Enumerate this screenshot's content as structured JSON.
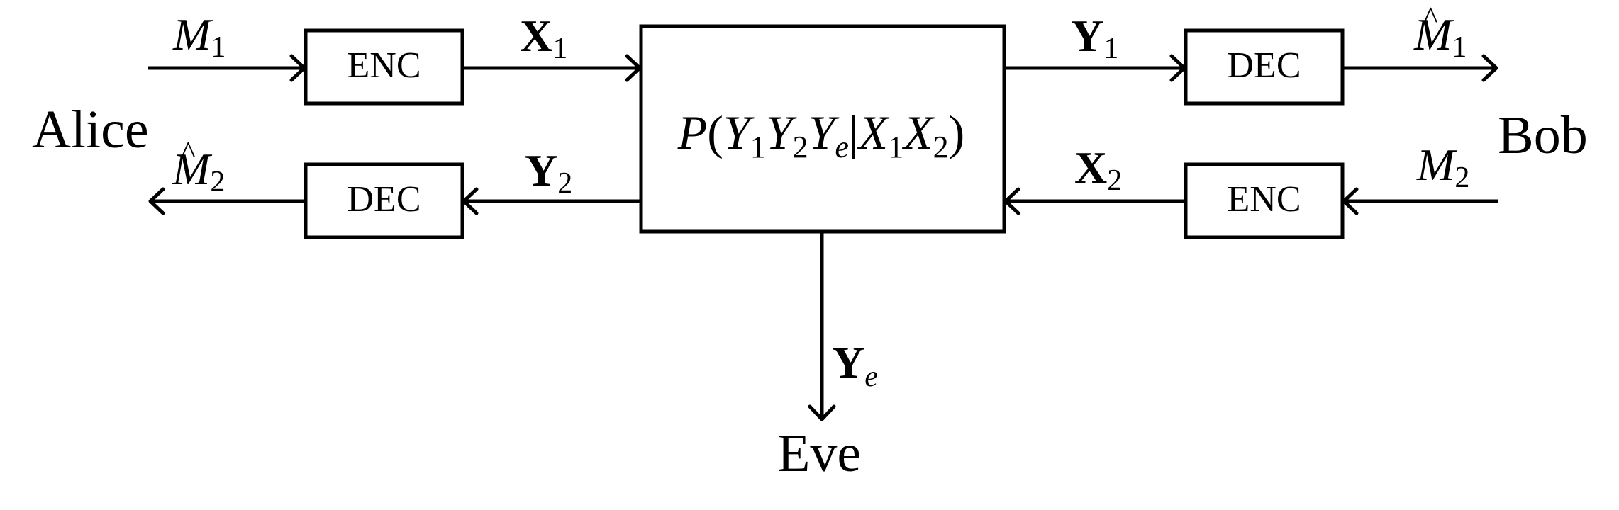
{
  "parties": {
    "alice": "Alice",
    "bob": "Bob",
    "eve": "Eve"
  },
  "blocks": {
    "alice_encoder": "ENC",
    "alice_decoder": "DEC",
    "bob_decoder": "DEC",
    "bob_encoder": "ENC"
  },
  "channel": {
    "P": "P",
    "open": "(",
    "Y": "Y",
    "sub1": "1",
    "sub2": "2",
    "sub_e": "e",
    "bar": "|",
    "X": "X",
    "close": ")"
  },
  "signals": {
    "m1": {
      "sym": "M",
      "sub": "1"
    },
    "m2_hat": {
      "hat": "^",
      "sym": "M",
      "sub": "2"
    },
    "x1": {
      "sym": "X",
      "sub": "1"
    },
    "y2": {
      "sym": "Y",
      "sub": "2"
    },
    "y1": {
      "sym": "Y",
      "sub": "1"
    },
    "m1_hat": {
      "hat": "^",
      "sym": "M",
      "sub": "1"
    },
    "x2": {
      "sym": "X",
      "sub": "2"
    },
    "m2": {
      "sym": "M",
      "sub": "2"
    },
    "ye": {
      "sym": "Y",
      "sub": "e"
    }
  },
  "colors": {
    "stroke": "#000000",
    "background": "#ffffff"
  }
}
